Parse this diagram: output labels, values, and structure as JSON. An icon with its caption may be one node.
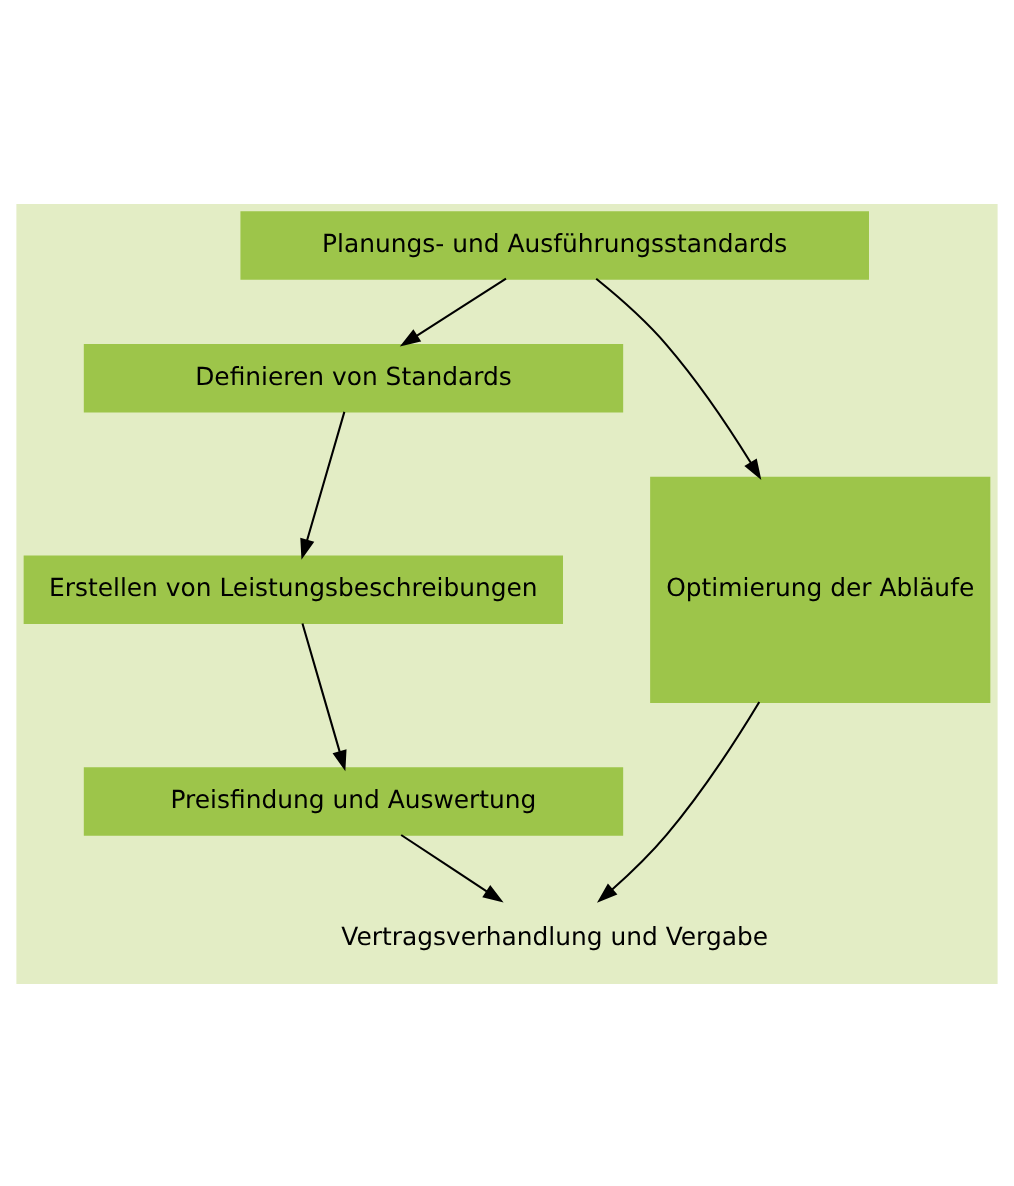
{
  "diagram": {
    "nodes": [
      {
        "text": [
          "Planungs- und Ausführungsstandards"
        ]
      },
      {
        "text": [
          "Definieren von Standards"
        ]
      },
      {
        "text": [
          "Erstellen von Leistungsbeschreibungen"
        ]
      },
      {
        "text": [
          "Preisfindung und Auswertung"
        ]
      },
      {
        "text": [
          "Vertragsverhandlung und Vergabe"
        ]
      },
      {
        "text": [
          "Optimierung der Abläufe"
        ]
      }
    ],
    "edges": [
      {
        "from": 0,
        "to": 1,
        "arrow": "to"
      },
      {
        "from": 1,
        "to": 2,
        "arrow": "to"
      },
      {
        "from": 2,
        "to": 3,
        "arrow": "to"
      },
      {
        "from": 3,
        "to": 4,
        "arrow": "to"
      },
      {
        "from": 0,
        "to": 5,
        "arrow": "to"
      },
      {
        "from": 5,
        "to": 4,
        "arrow": "to"
      }
    ]
  }
}
